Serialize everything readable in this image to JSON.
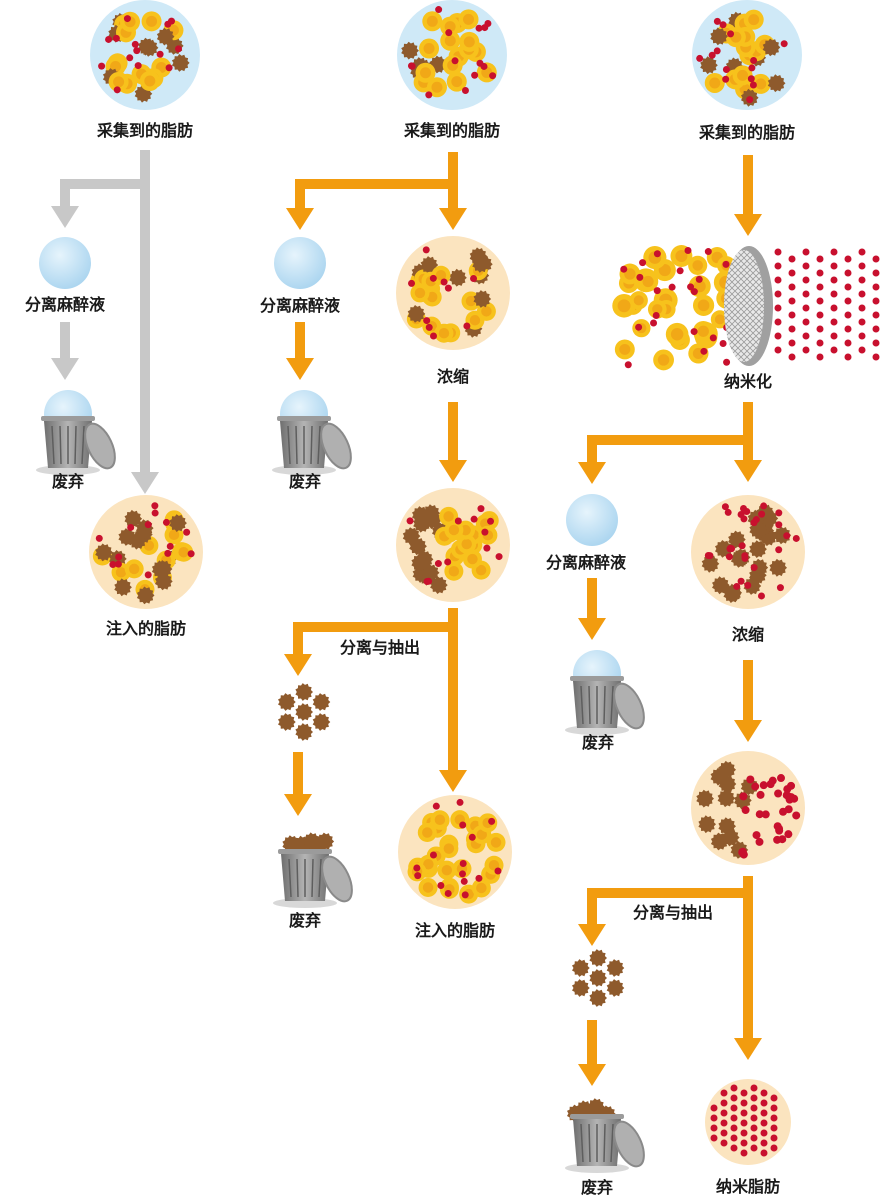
{
  "labels": {
    "collected_fat": "采集到的脂肪",
    "separate_anesthetic": "分离麻醉液",
    "discard": "废弃",
    "injected_fat": "注入的脂肪",
    "concentrate": "浓缩",
    "separate_extract": "分离与抽出",
    "nanonize": "纳米化",
    "nano_fat": "纳米脂肪"
  },
  "colors": {
    "gray_arrow": "#c8c8c8",
    "orange_arrow": "#f29c0f",
    "fat_bg": "#fbe4bf",
    "fat_cell_outer": "#f7c21c",
    "fat_cell_inner": "#f1a817",
    "fibrous_tissue": "#8e5a2c",
    "red_dot": "#c8102e",
    "fluid_ball": "#bfe0f5",
    "collected_bg": "#cfe9f7",
    "trash_can": "#8a8a8a"
  },
  "icons": [
    "fat-sample-circle",
    "fluid-ball",
    "trash-can-icon",
    "filter-mesh-icon",
    "fibrous-cluster"
  ]
}
